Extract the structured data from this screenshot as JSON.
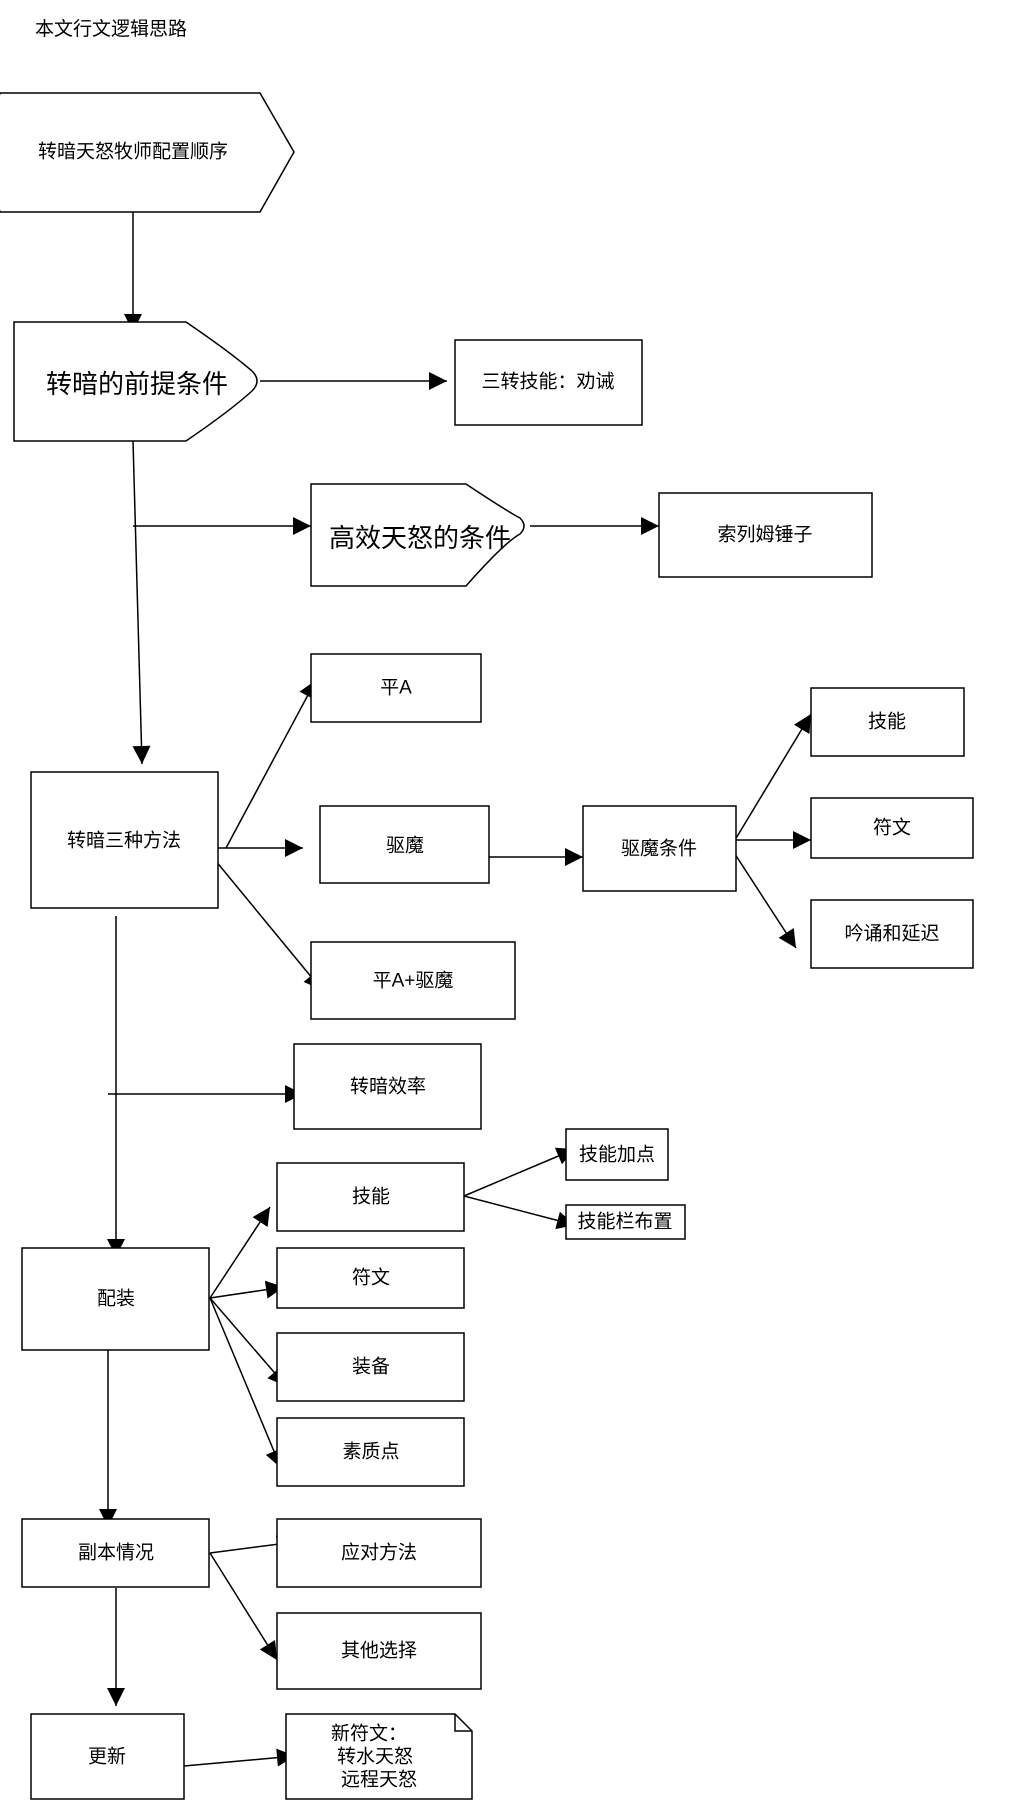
{
  "page_title": "本文行文逻辑思路",
  "nodes": {
    "start": "转暗天怒牧师配置顺序",
    "prereq": "转暗的前提条件",
    "sanzhuan": "三转技能：劝诫",
    "efficient": "高效天怒的条件",
    "suoliemu": "索列姆锤子",
    "methods": "转暗三种方法",
    "ping_a": "平A",
    "exorcise": "驱魔",
    "ping_a_exorcise": "平A+驱魔",
    "exorcise_cond": "驱魔条件",
    "cond_skill": "技能",
    "cond_rune": "符文",
    "cond_chant": "吟诵和延迟",
    "efficiency": "转暗效率",
    "build": "配装",
    "build_skill": "技能",
    "skill_points": "技能加点",
    "skill_bar": "技能栏布置",
    "build_rune": "符文",
    "build_gear": "装备",
    "build_attr": "素质点",
    "dungeon": "副本情况",
    "response": "应对方法",
    "other_choice": "其他选择",
    "update": "更新",
    "note_line1": "新符文：",
    "note_line2": "转水天怒",
    "note_line3": "远程天怒"
  }
}
